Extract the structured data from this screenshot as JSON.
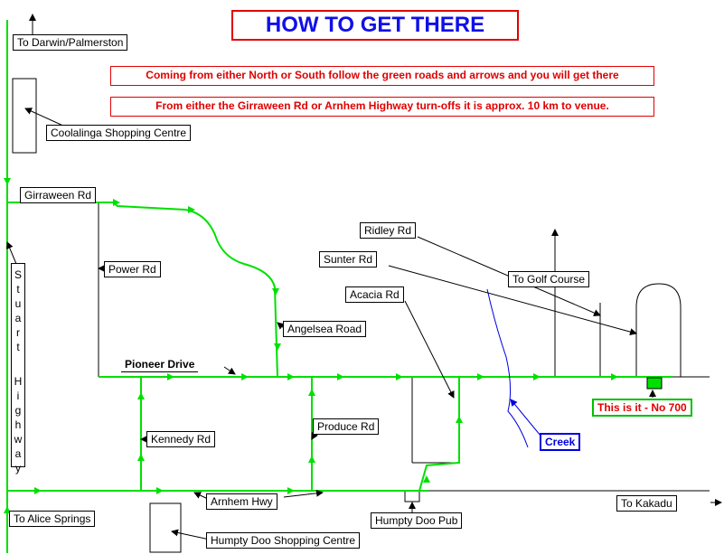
{
  "header": {
    "title": "HOW TO GET THERE",
    "note_1": "Coming from either North or South follow the green roads and arrows and you will get there",
    "note_2": "From either the Girraween Rd or Arnhem Highway turn-offs it is approx. 10 km to venue."
  },
  "labels": {
    "darwin": "To Darwin/Palmerston",
    "coolalinga": "Coolalinga  Shopping Centre",
    "girraween": "Girraween Rd",
    "power": "Power Rd",
    "angelsea": "Angelsea Road",
    "pioneer": "Pioneer Drive",
    "kennedy": "Kennedy Rd",
    "produce": "Produce Rd",
    "arnhem": "Arnhem Hwy",
    "humpty_shop": "Humpty Doo Shopping Centre",
    "humpty_pub": "Humpty Doo Pub",
    "ridley": "Ridley Rd",
    "sunter": "Sunter Rd",
    "acacia": "Acacia Rd",
    "golf": "To Golf Course",
    "creek": "Creek",
    "destination": "This is it - No 700",
    "kakadu": "To Kakadu",
    "alice": "To Alice Springs"
  },
  "stuart_highway": [
    "S",
    "t",
    "u",
    "a",
    "r",
    "t",
    "",
    "H",
    "i",
    "g",
    "h",
    "w",
    "a",
    "y"
  ],
  "colors": {
    "route": "#00e000",
    "road": "#000000",
    "creek": "#0000e0",
    "title_text": "#1010e8",
    "note_border": "#e00000",
    "destination_marker": "#00e000"
  }
}
